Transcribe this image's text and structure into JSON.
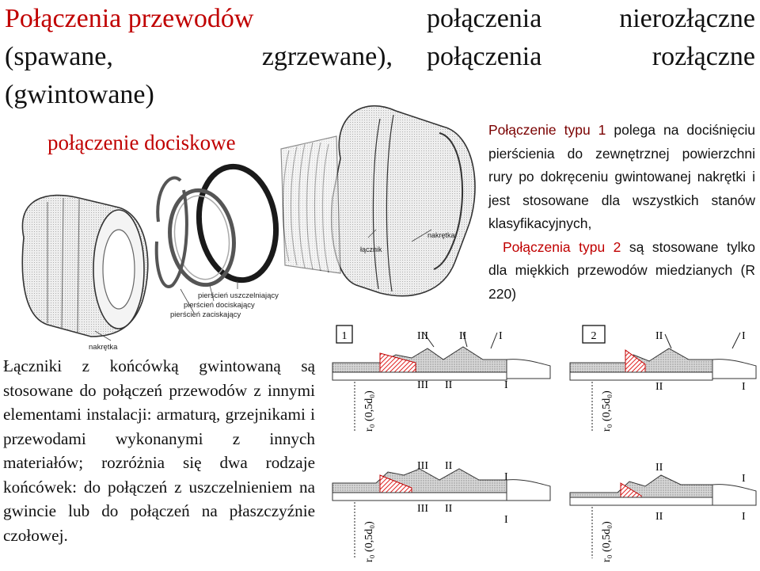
{
  "title": {
    "line1": {
      "red": "Połączenia przewodów",
      "right": [
        "połączenia",
        "nierozłączne"
      ]
    },
    "line2": {
      "left": [
        "(spawane,",
        "zgrzewane),"
      ],
      "right": [
        "połączenia",
        "rozłączne"
      ]
    },
    "line3": "(gwintowane)"
  },
  "subtitle": "połączenie dociskowe",
  "description": {
    "p1_lead": "Połączenie typu 1",
    "p1_rest": " polega na dociśnięciu pierścienia do zewnętrznej powierzchni rury po dokręceniu gwintowanej nakrętki i jest stosowane dla wszystkich stanów klasyfikacyjnych,",
    "p2_lead": "Połączenia typu 2",
    "p2_rest": " są stosowane tylko dla miękkich przewodów miedzianych (R 220)"
  },
  "left_paragraph": "Łączniki z końcówką gwintowaną są stosowane do połączeń przewodów z innymi elementami instalacji: armaturą, grzejnikami i przewodami wykonanymi z innych materiałów; rozróżnia się dwa rodzaje końcówek: do połączeń z uszczelnieniem na gwincie lub do połączeń na płaszczyźnie czołowej.",
  "illustration_labels": {
    "nakretka_right": "nakrętka",
    "lacznik": "łącznik",
    "ring1": "pierścień uszczelniający",
    "ring2": "pierścień dociskający",
    "ring3": "pierścień zaciskający",
    "nakretka_bottom": "nakrętka"
  },
  "diagram": {
    "box1": "1",
    "box2": "2",
    "roman": {
      "III": "III",
      "II": "II",
      "I": "I"
    },
    "formula": "r₀ (0,5d₀)"
  },
  "colors": {
    "red": "#c00000",
    "darkred": "#7a0000",
    "hatch": "#e02020"
  }
}
